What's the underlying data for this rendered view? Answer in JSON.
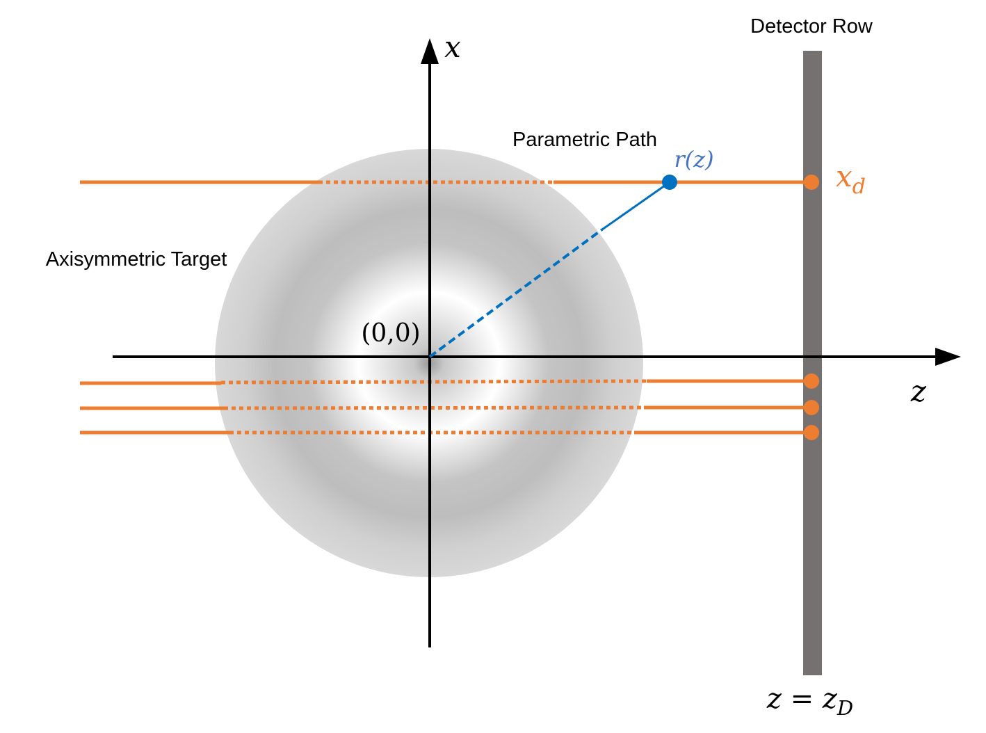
{
  "labels": {
    "detector_row": "Detector Row",
    "parametric_path": "Parametric Path",
    "axisymmetric_target": "Axisymmetric Target",
    "origin": "(0,0)",
    "x_axis_var": "x",
    "z_axis_var": "z",
    "r_of_z": {
      "base": "r",
      "rest": "(z)"
    },
    "x_d": {
      "base": "x",
      "sub": "d"
    },
    "z_eq_zD": {
      "lhs": "z",
      "eq": " = ",
      "rhs": "z",
      "sub": "D"
    }
  },
  "colors": {
    "ray": "#ed7d31",
    "path": "#0070c0",
    "path_label": "#4472c4",
    "detector": "#767171",
    "axis": "#000000",
    "target_light": "#ffffff",
    "target_dark": "#b3b3b3"
  }
}
